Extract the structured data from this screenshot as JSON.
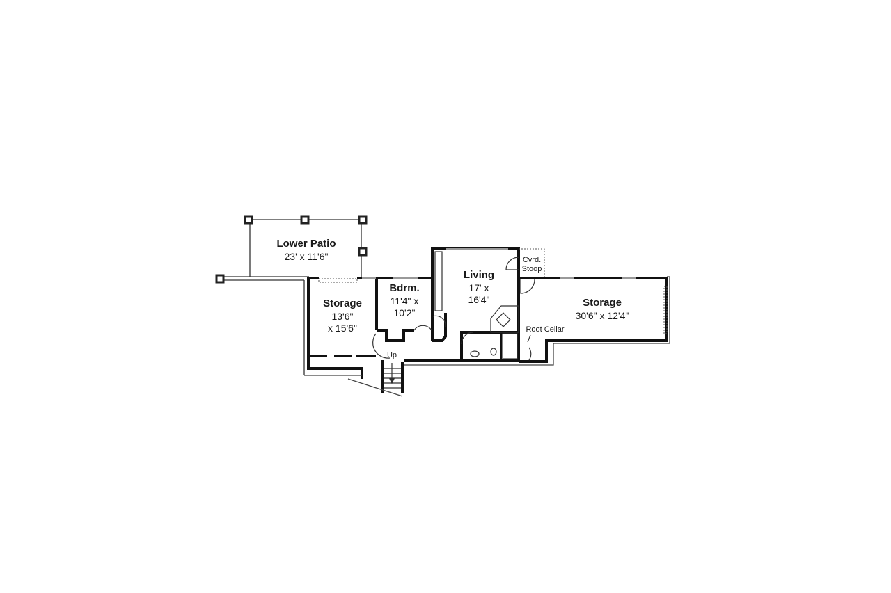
{
  "rooms": {
    "patio": {
      "name": "Lower Patio",
      "size": "23' x 11'6\""
    },
    "storage_left": {
      "name": "Storage",
      "size_line1": "13'6\"",
      "size_line2": "x 15'6\""
    },
    "bedroom": {
      "name": "Bdrm.",
      "size_line1": "11'4\" x",
      "size_line2": "10'2\""
    },
    "living": {
      "name": "Living",
      "size_line1": "17' x",
      "size_line2": "16'4\""
    },
    "stoop": {
      "line1": "Cvrd.",
      "line2": "Stoop"
    },
    "storage_right": {
      "name": "Storage",
      "size": "30'6\" x 12'4\""
    },
    "root_cellar": {
      "name": "Root Cellar"
    },
    "stairs": {
      "label": "Up"
    }
  },
  "colors": {
    "wall": "#111111",
    "window": "#999999",
    "background": "#ffffff"
  }
}
